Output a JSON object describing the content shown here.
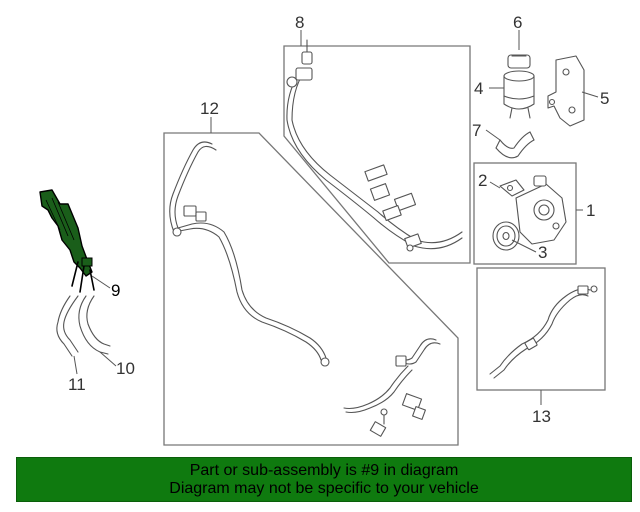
{
  "callouts": {
    "c1": "1",
    "c2": "2",
    "c3": "3",
    "c4": "4",
    "c5": "5",
    "c6": "6",
    "c7": "7",
    "c8": "8",
    "c9": "9",
    "c10": "10",
    "c11": "11",
    "c12": "12",
    "c13": "13"
  },
  "highlight_color": "#1a5e1a",
  "banner": {
    "background": "#0f7a0f",
    "line1": "Part or sub-assembly is #9 in diagram",
    "line2": "Diagram may not be specific to your vehicle"
  }
}
